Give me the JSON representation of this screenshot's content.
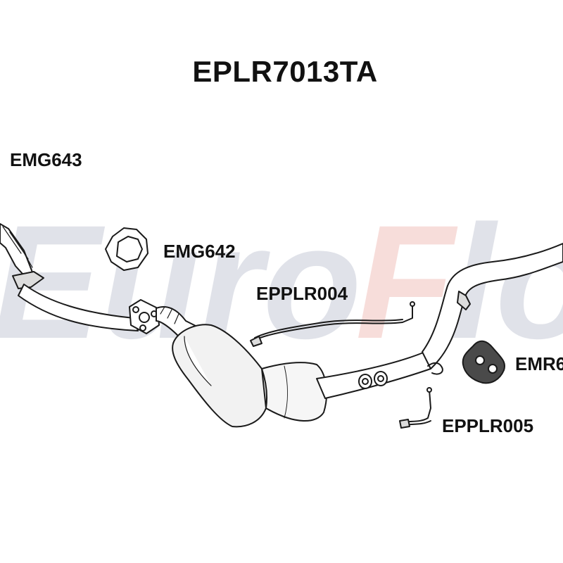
{
  "diagram": {
    "title": "EPLR7013TA",
    "watermark": "EuroFlo",
    "parts": [
      {
        "code": "EMG643"
      },
      {
        "code": "EMG642"
      },
      {
        "code": "EPPLR004"
      },
      {
        "code": "EPPLR005"
      },
      {
        "code": "EMR6"
      }
    ]
  },
  "colors": {
    "line": "#1a1a1a",
    "fill": "#ffffff",
    "shade": "#d6d6d6",
    "watermark_blue": "#c8ccd8",
    "watermark_red": "#f2c2bd"
  }
}
